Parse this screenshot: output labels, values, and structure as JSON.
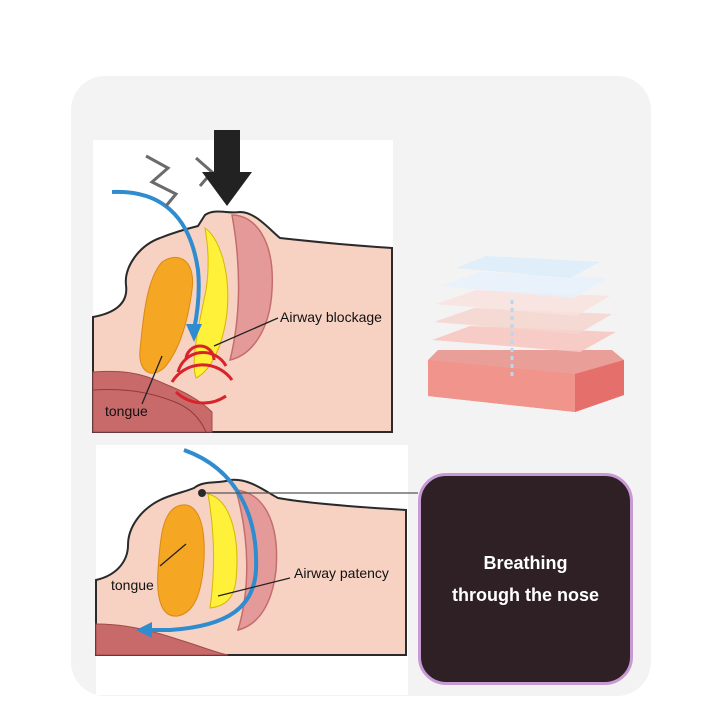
{
  "top_panel": {
    "label_blockage": "Airway blockage",
    "label_tongue": "tongue"
  },
  "bottom_panel": {
    "label_patency": "Airway patency",
    "label_tongue": "tongue"
  },
  "callout": {
    "line1": "Breathing",
    "line2": "through the nose"
  },
  "colors": {
    "skin": "#f7d2c2",
    "tongue": "#f5a623",
    "airway": "#fff03a",
    "airflow": "#2e8ccf",
    "vibration": "#d8232a",
    "callout_bg": "#2e2024",
    "callout_border": "#c79ad6"
  }
}
